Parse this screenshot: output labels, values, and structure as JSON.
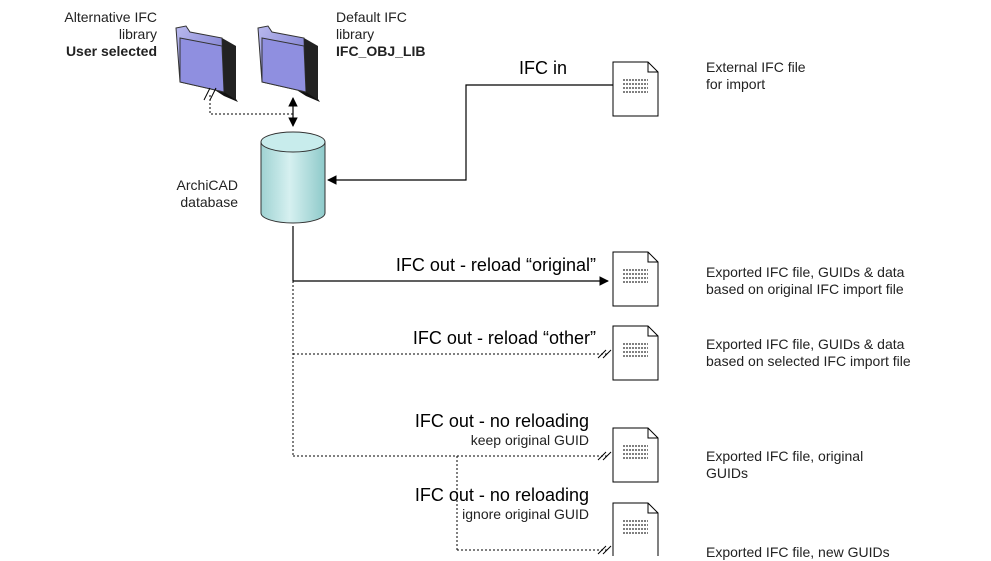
{
  "libraries": {
    "alternative": {
      "line1": "Alternative IFC",
      "line2": "library",
      "line3": "User selected"
    },
    "default": {
      "line1": "Default IFC",
      "line2": "library",
      "line3": "IFC_OBJ_LIB"
    }
  },
  "database": {
    "line1": "ArchiCAD",
    "line2": "database"
  },
  "import": {
    "arrow_label": "IFC in",
    "desc_line1": "External IFC file",
    "desc_line2": "for import"
  },
  "exports": [
    {
      "title": "IFC out - reload “original”",
      "sub": "",
      "desc_line1": "Exported IFC file, GUIDs & data",
      "desc_line2": "based on original IFC import file"
    },
    {
      "title": "IFC out - reload “other”",
      "sub": "",
      "desc_line1": "Exported IFC file, GUIDs & data",
      "desc_line2": "based on selected IFC import file"
    },
    {
      "title": "IFC out - no reloading",
      "sub": "keep original GUID",
      "desc_line1": "Exported IFC file, original",
      "desc_line2": "GUIDs"
    },
    {
      "title": "IFC out - no reloading",
      "sub": "ignore original GUID",
      "desc_line1": "Exported IFC file, new GUIDs",
      "desc_line2": ""
    }
  ]
}
